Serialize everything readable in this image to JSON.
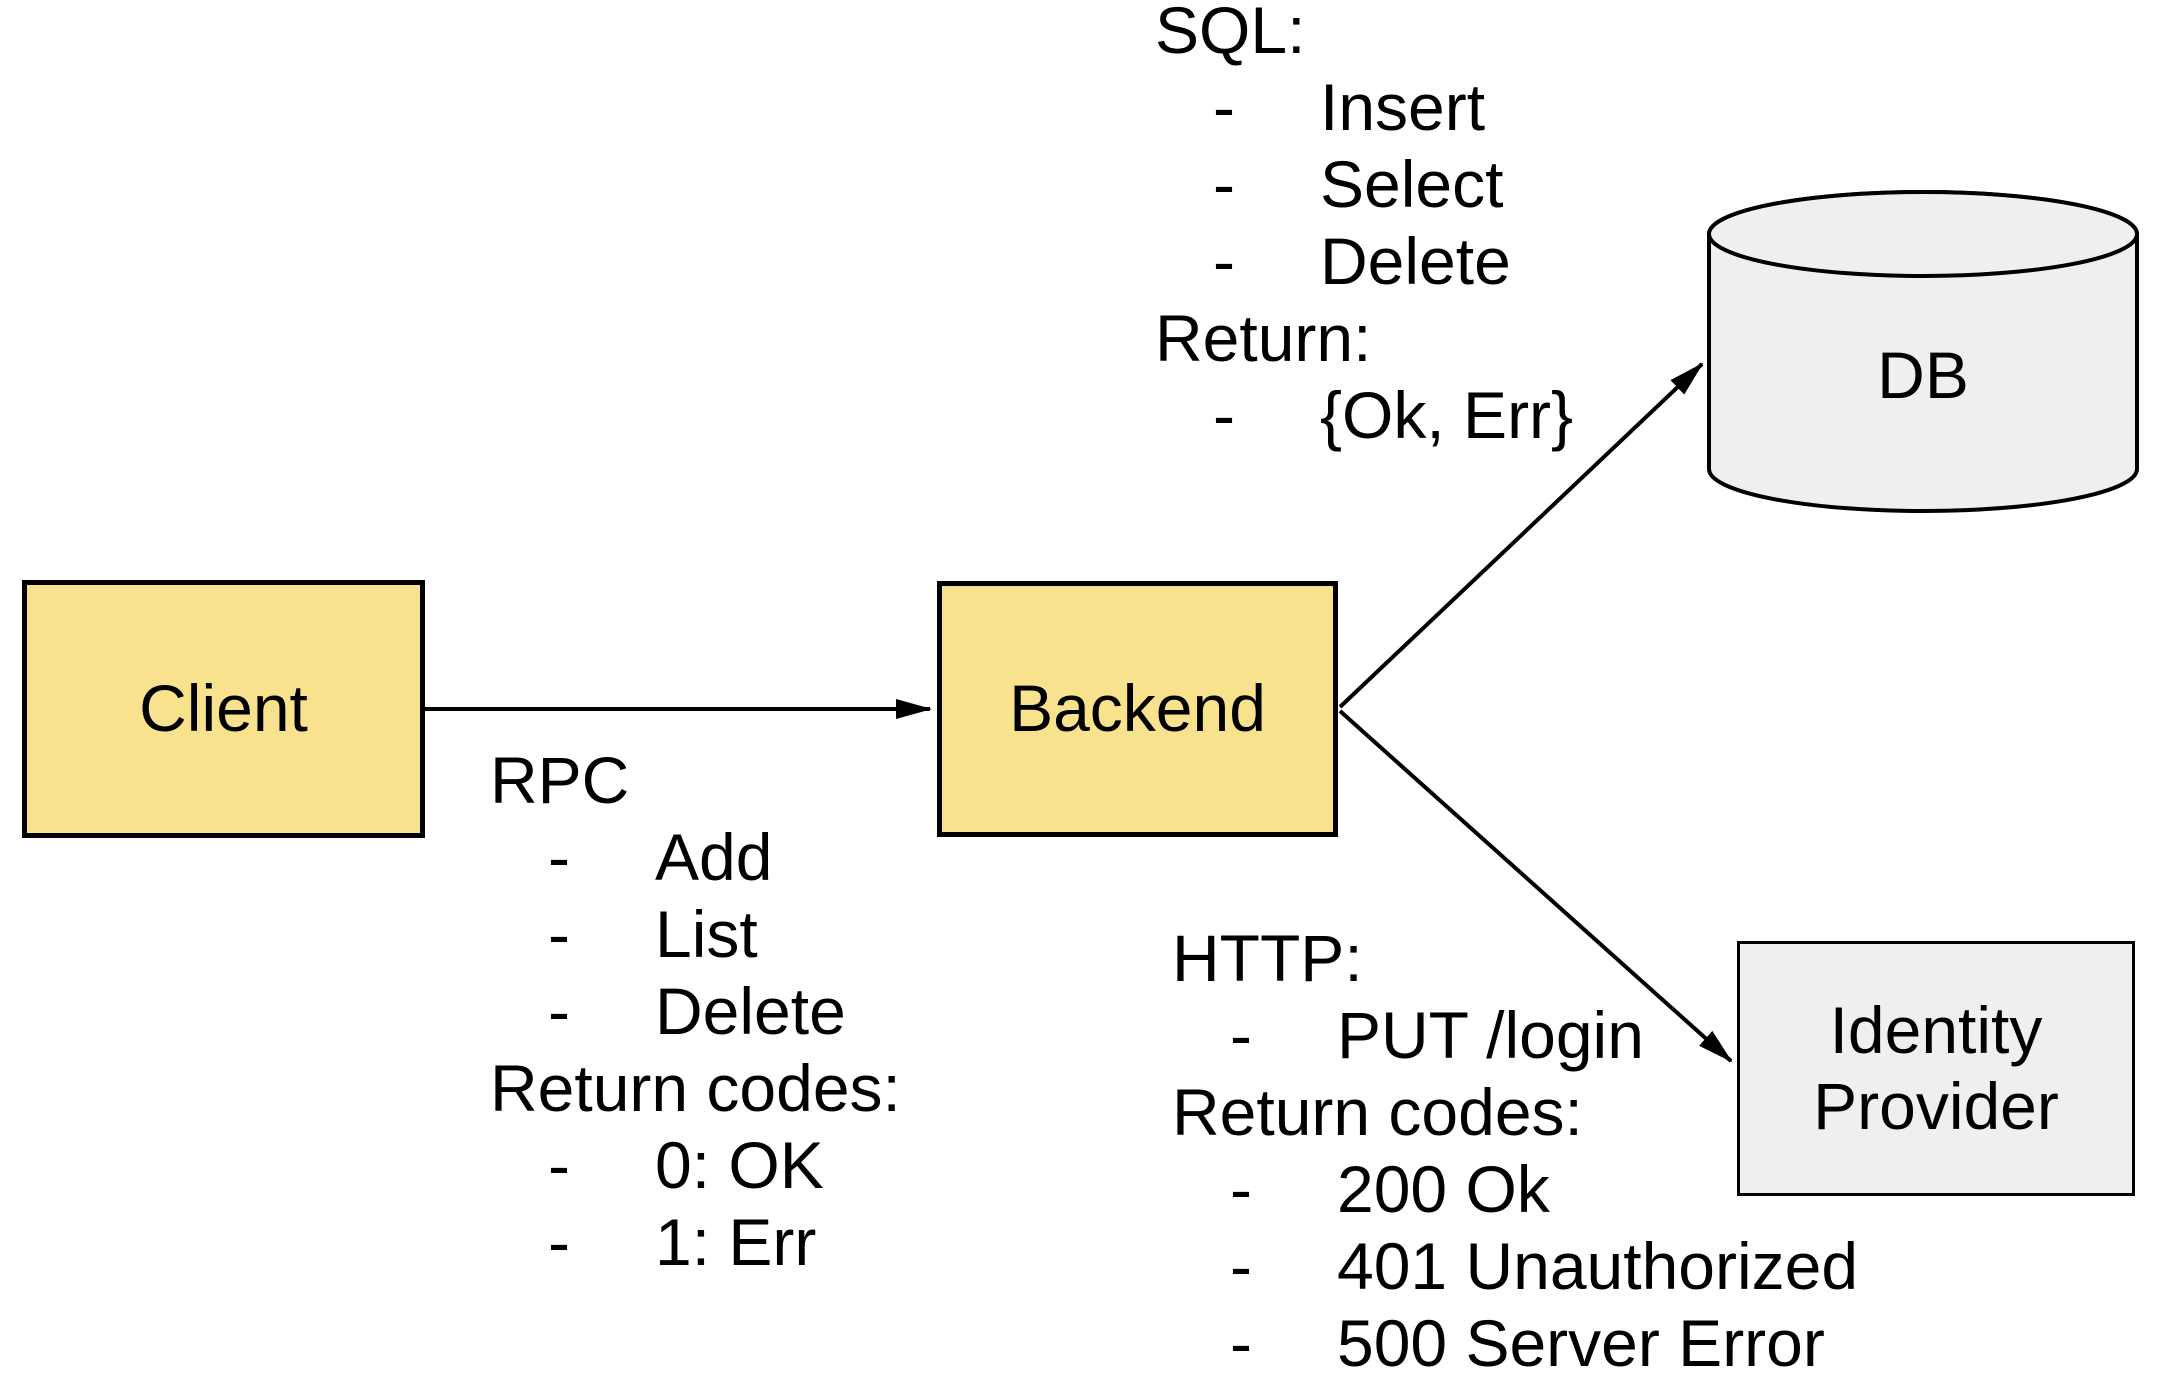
{
  "diagram": {
    "bullet_char": "-",
    "nodes": {
      "client": {
        "label": "Client",
        "fill": "#F8E28D"
      },
      "backend": {
        "label": "Backend",
        "fill": "#F8E28D"
      },
      "db": {
        "label": "DB",
        "fill": "#EFEFEF"
      },
      "identity_provider": {
        "label": "Identity Provider",
        "fill": "#EFEFEF"
      }
    },
    "edges": [
      {
        "from": "client",
        "to": "backend"
      },
      {
        "from": "backend",
        "to": "db"
      },
      {
        "from": "backend",
        "to": "identity_provider"
      }
    ],
    "annotations": {
      "sql": {
        "title": "SQL:",
        "items": [
          "Insert",
          "Select",
          "Delete"
        ],
        "return_title": "Return:",
        "return_items": [
          "{Ok, Err}"
        ]
      },
      "rpc": {
        "title": "RPC",
        "items": [
          "Add",
          "List",
          "Delete"
        ],
        "return_title": "Return codes:",
        "return_items": [
          "0: OK",
          "1: Err"
        ]
      },
      "http": {
        "title": "HTTP:",
        "items": [
          "PUT /login"
        ],
        "return_title": "Return codes:",
        "return_items": [
          "200 Ok",
          "401 Unauthorized",
          "500 Server Error"
        ]
      }
    },
    "colors": {
      "node_yellow": "#F8E28D",
      "node_gray": "#EFEFEF",
      "stroke": "#000000",
      "background": "#FFFFFF"
    }
  }
}
